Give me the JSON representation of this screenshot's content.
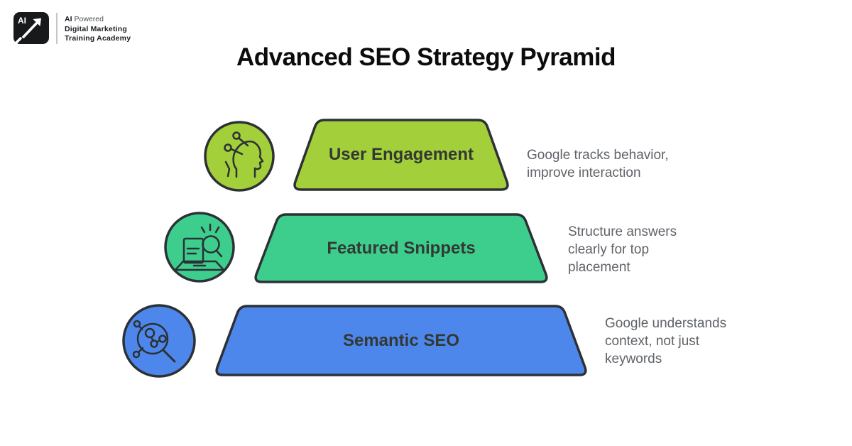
{
  "logo": {
    "badge_text": "AI",
    "line1_bold": "AI",
    "line1_rest": "Powered",
    "line2": "Digital Marketing",
    "line3": "Training Academy"
  },
  "title": "Advanced SEO Strategy Pyramid",
  "levels": [
    {
      "label": "User Engagement",
      "desc_lines": [
        "Google tracks behavior,",
        "improve interaction"
      ],
      "color": "#A2CF3A",
      "icon": "head-profile-nodes-icon"
    },
    {
      "label": "Featured Snippets",
      "desc_lines": [
        "Structure answers",
        "clearly for top",
        "placement"
      ],
      "color": "#3DCE8E",
      "icon": "laptop-magnifier-icon"
    },
    {
      "label": "Semantic SEO",
      "desc_lines": [
        "Google understands",
        "context, not just",
        "keywords"
      ],
      "color": "#4D87EB",
      "icon": "network-magnifier-icon"
    }
  ],
  "colors": {
    "outline": "#2D3135",
    "label_text": "#333833",
    "description_text": "#5F6368",
    "background": "#FFFFFF",
    "logo_badge": "#17191B"
  }
}
